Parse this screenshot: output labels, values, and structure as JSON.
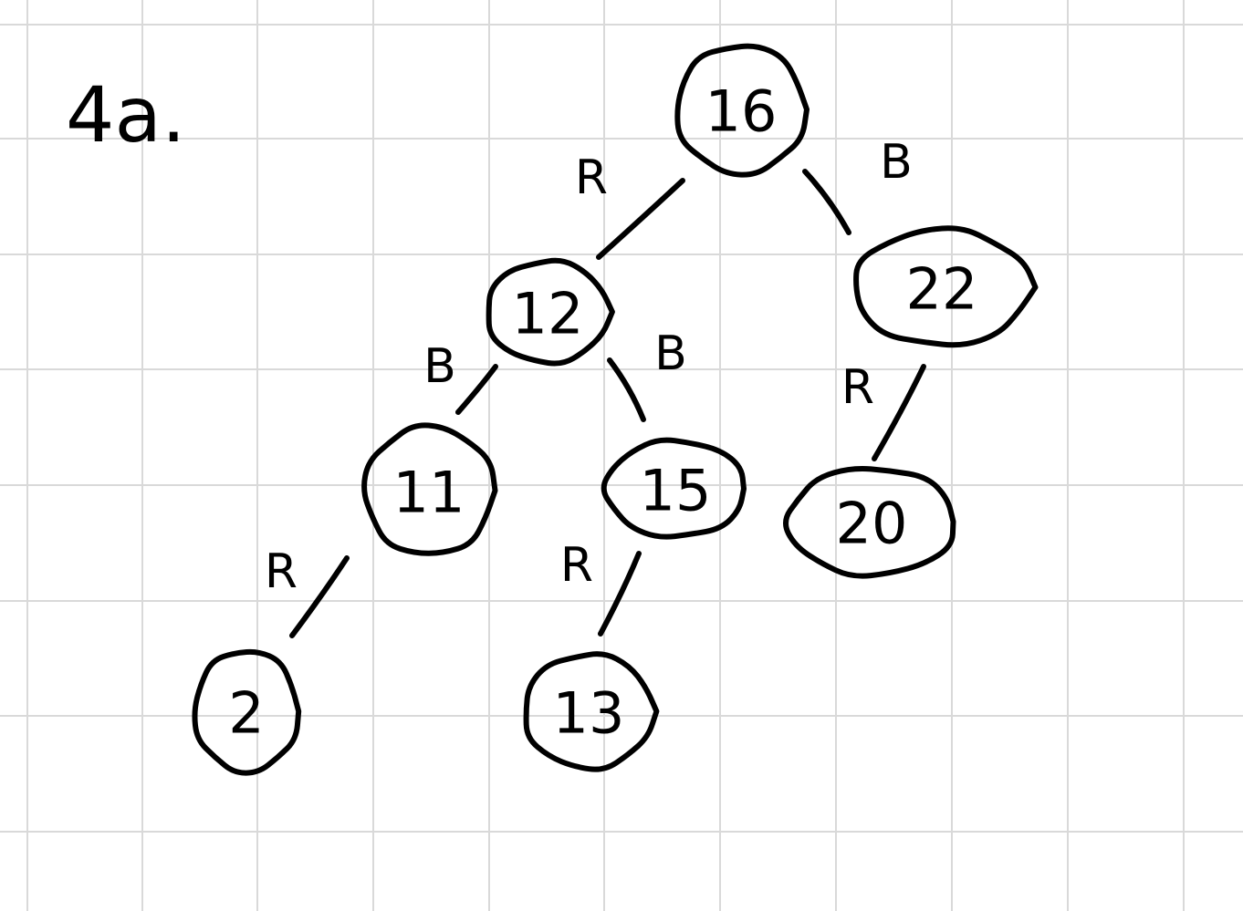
{
  "title": "4a.",
  "colors": {
    "ink": "#000000",
    "grid": "#d9d9d9",
    "paper": "#ffffff"
  },
  "nodes": [
    {
      "id": "n16",
      "label": "16"
    },
    {
      "id": "n12",
      "label": "12"
    },
    {
      "id": "n22",
      "label": "22"
    },
    {
      "id": "n11",
      "label": "11"
    },
    {
      "id": "n15",
      "label": "15"
    },
    {
      "id": "n20",
      "label": "20"
    },
    {
      "id": "n2",
      "label": "2"
    },
    {
      "id": "n13",
      "label": "13"
    }
  ],
  "edges": [
    {
      "from": "n16",
      "to": "n12",
      "label": "R"
    },
    {
      "from": "n16",
      "to": "n22",
      "label": "B"
    },
    {
      "from": "n12",
      "to": "n11",
      "label": "B"
    },
    {
      "from": "n12",
      "to": "n15",
      "label": "B"
    },
    {
      "from": "n22",
      "to": "n20",
      "label": "R"
    },
    {
      "from": "n11",
      "to": "n2",
      "label": "R"
    },
    {
      "from": "n15",
      "to": "n13",
      "label": "R"
    }
  ]
}
